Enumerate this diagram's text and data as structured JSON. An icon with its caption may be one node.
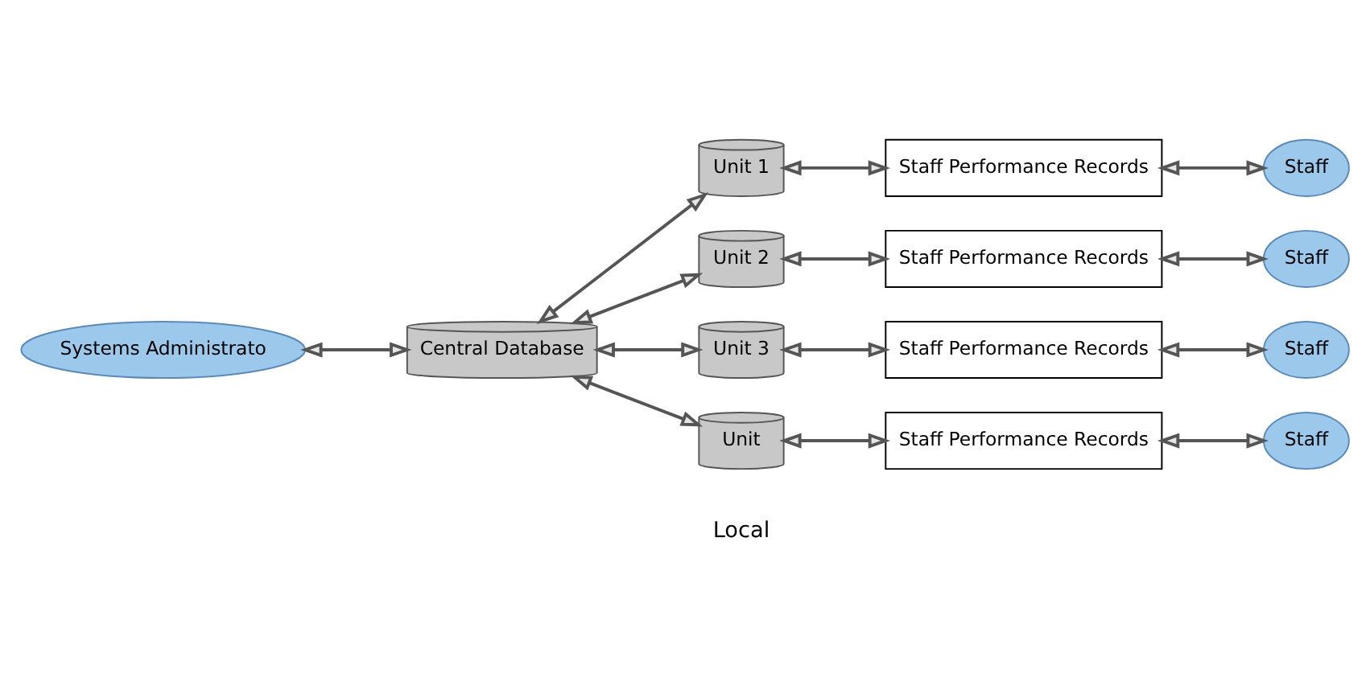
{
  "diagram": {
    "nodes": [
      {
        "text": [
          "Systems Administrato"
        ]
      },
      {
        "text": [
          "Central Database"
        ]
      },
      {
        "text": [
          "Unit 1"
        ]
      },
      {
        "text": [
          "Unit 2"
        ]
      },
      {
        "text": [
          "Unit 3"
        ]
      },
      {
        "text": [
          "Unit"
        ]
      },
      {
        "text": [
          "Staff Performance Records"
        ]
      },
      {
        "text": [
          "Staff Performance Records"
        ]
      },
      {
        "text": [
          "Staff Performance Records"
        ]
      },
      {
        "text": [
          "Staff Performance Records"
        ]
      },
      {
        "text": [
          "Staff"
        ]
      },
      {
        "text": [
          "Staff"
        ]
      },
      {
        "text": [
          "Staff"
        ]
      },
      {
        "text": [
          "Staff"
        ]
      }
    ],
    "edges": [
      {
        "from": 0,
        "to": 1,
        "arrow": "both"
      },
      {
        "from": 1,
        "to": 2,
        "arrow": "both"
      },
      {
        "from": 1,
        "to": 3,
        "arrow": "both"
      },
      {
        "from": 1,
        "to": 4,
        "arrow": "both"
      },
      {
        "from": 1,
        "to": 5,
        "arrow": "both"
      },
      {
        "from": 2,
        "to": 6,
        "arrow": "both"
      },
      {
        "from": 3,
        "to": 7,
        "arrow": "both"
      },
      {
        "from": 4,
        "to": 8,
        "arrow": "both"
      },
      {
        "from": 5,
        "to": 9,
        "arrow": "both"
      },
      {
        "from": 6,
        "to": 10,
        "arrow": "both"
      },
      {
        "from": 7,
        "to": 11,
        "arrow": "both"
      },
      {
        "from": 8,
        "to": 12,
        "arrow": "both"
      },
      {
        "from": 9,
        "to": 13,
        "arrow": "both"
      }
    ],
    "labels": [
      "Local"
    ]
  }
}
